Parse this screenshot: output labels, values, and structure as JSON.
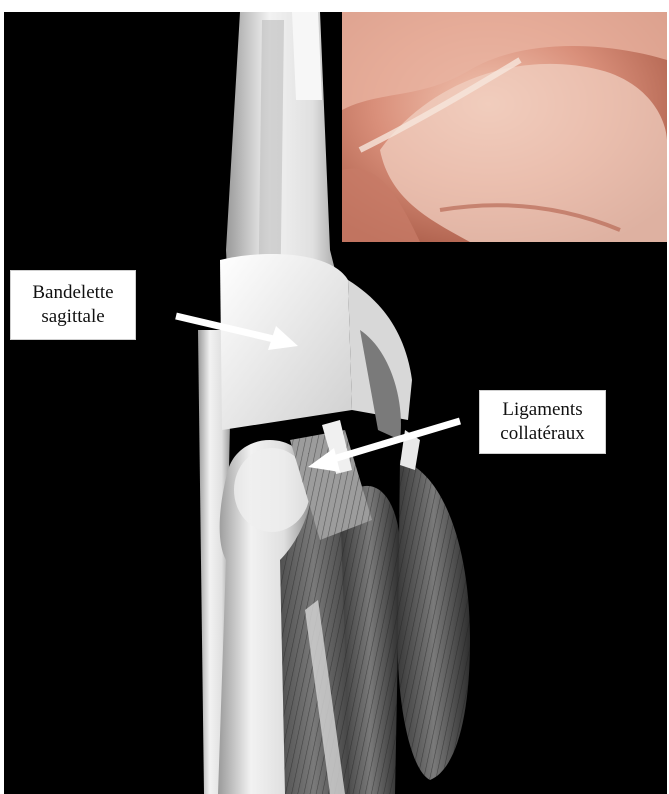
{
  "labels": {
    "sagittal_band": {
      "line1": "Bandelette",
      "line2": "sagittale"
    },
    "collateral_ligaments": {
      "line1": "Ligaments",
      "line2": "collatéraux"
    }
  },
  "colors": {
    "background": "#000000",
    "photo_tissue": "#d98f7a",
    "render_bone": "#e6e6e6",
    "arrow": "#ffffff"
  }
}
